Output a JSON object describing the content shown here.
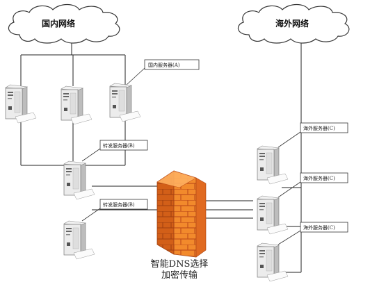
{
  "clouds": {
    "domestic": "国内网络",
    "overseas": "海外网络"
  },
  "callouts": {
    "domestic_server": "国内服务器(A)",
    "relay_server_1": "转发服务器(B)",
    "relay_server_2": "转发服务器(B)",
    "overseas_server_1": "海外服务器(C)",
    "overseas_server_2": "海外服务器(C)",
    "overseas_server_3": "海外服务器(C)"
  },
  "firewall": {
    "line1": "智能DNS选择",
    "line2": "加密传输"
  },
  "colors": {
    "server_body": "#eeeeee",
    "server_shadow": "#b7b7b7",
    "firewall_light": "#ff9a3a",
    "firewall_dark": "#d8520e",
    "line": "#222222"
  },
  "icons": {
    "server": "server-tower-icon",
    "cloud": "cloud-icon",
    "firewall": "brick-firewall-icon"
  }
}
